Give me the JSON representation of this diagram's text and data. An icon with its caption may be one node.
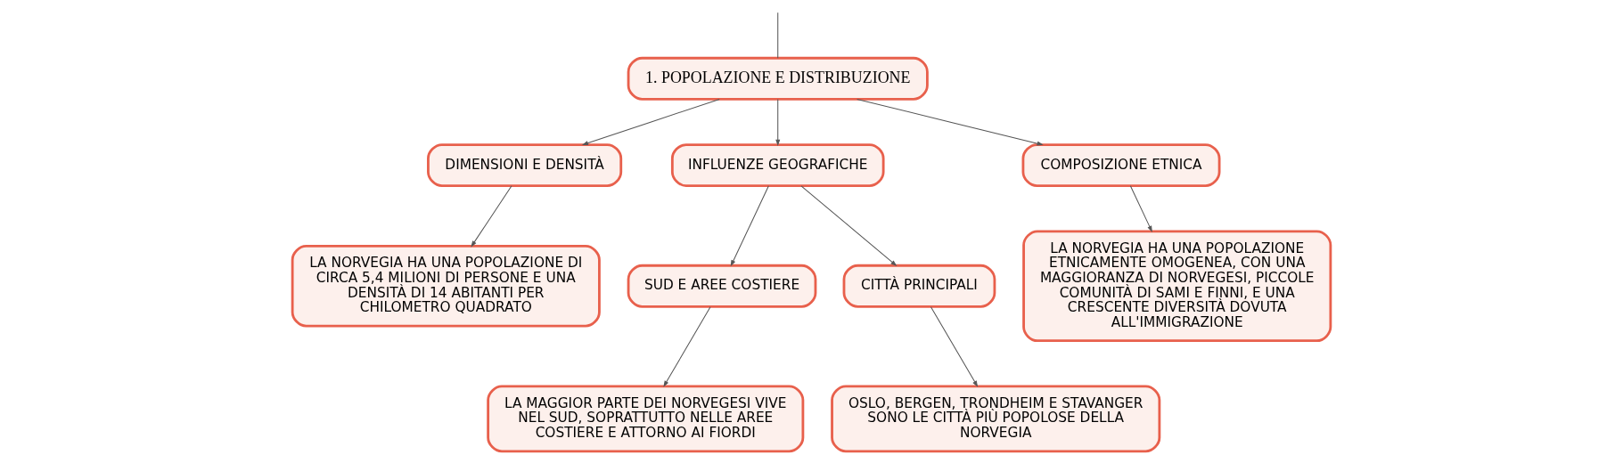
{
  "diagram": {
    "nodes": [
      {
        "text": [
          "1. POPOLAZIONE E DISTRIBUZIONE"
        ]
      },
      {
        "text": [
          "DIMENSIONI E DENSITÀ"
        ]
      },
      {
        "text": [
          "LA NORVEGIA HA UNA POPOLAZIONE DI CIRCA 5,4 MILIONI DI PERSONE E UNA DENSITÀ DI 14 ABITANTI PER CHILOMETRO QUADRATO"
        ]
      },
      {
        "text": [
          "INFLUENZE GEOGRAFICHE"
        ]
      },
      {
        "text": [
          "SUD E AREE COSTIERE"
        ]
      },
      {
        "text": [
          "LA MAGGIOR PARTE DEI NORVEGESI VIVE NEL SUD, SOPRATTUTTO NELLE AREE COSTIERE E ATTORNO AI FIORDI"
        ]
      },
      {
        "text": [
          "CITTÀ PRINCIPALI"
        ]
      },
      {
        "text": [
          "OSLO, BERGEN, TRONDHEIM E STAVANGER SONO LE CITTÀ PIÙ POPOLOSE DELLA NORVEGIA"
        ]
      },
      {
        "text": [
          "COMPOSIZIONE ETNICA"
        ]
      },
      {
        "text": [
          "LA NORVEGIA HA UNA POPOLAZIONE ETNICAMENTE OMOGENEA, CON UNA MAGGIORANZA DI NORVEGESI, PICCOLE COMUNITÀ DI SAMI E FINNI, E UNA CRESCENTE DIVERSITÀ DOVUTA ALL'IMMIGRAZIONE"
        ]
      }
    ],
    "edges": [
      {
        "from": null,
        "to": 0,
        "arrow": "none"
      },
      {
        "from": 0,
        "to": 1,
        "arrow": "to"
      },
      {
        "from": 0,
        "to": 3,
        "arrow": "to"
      },
      {
        "from": 0,
        "to": 8,
        "arrow": "to"
      },
      {
        "from": 1,
        "to": 2,
        "arrow": "to"
      },
      {
        "from": 3,
        "to": 4,
        "arrow": "to"
      },
      {
        "from": 3,
        "to": 6,
        "arrow": "to"
      },
      {
        "from": 4,
        "to": 5,
        "arrow": "to"
      },
      {
        "from": 6,
        "to": 7,
        "arrow": "to"
      },
      {
        "from": 8,
        "to": 9,
        "arrow": "to"
      }
    ]
  }
}
